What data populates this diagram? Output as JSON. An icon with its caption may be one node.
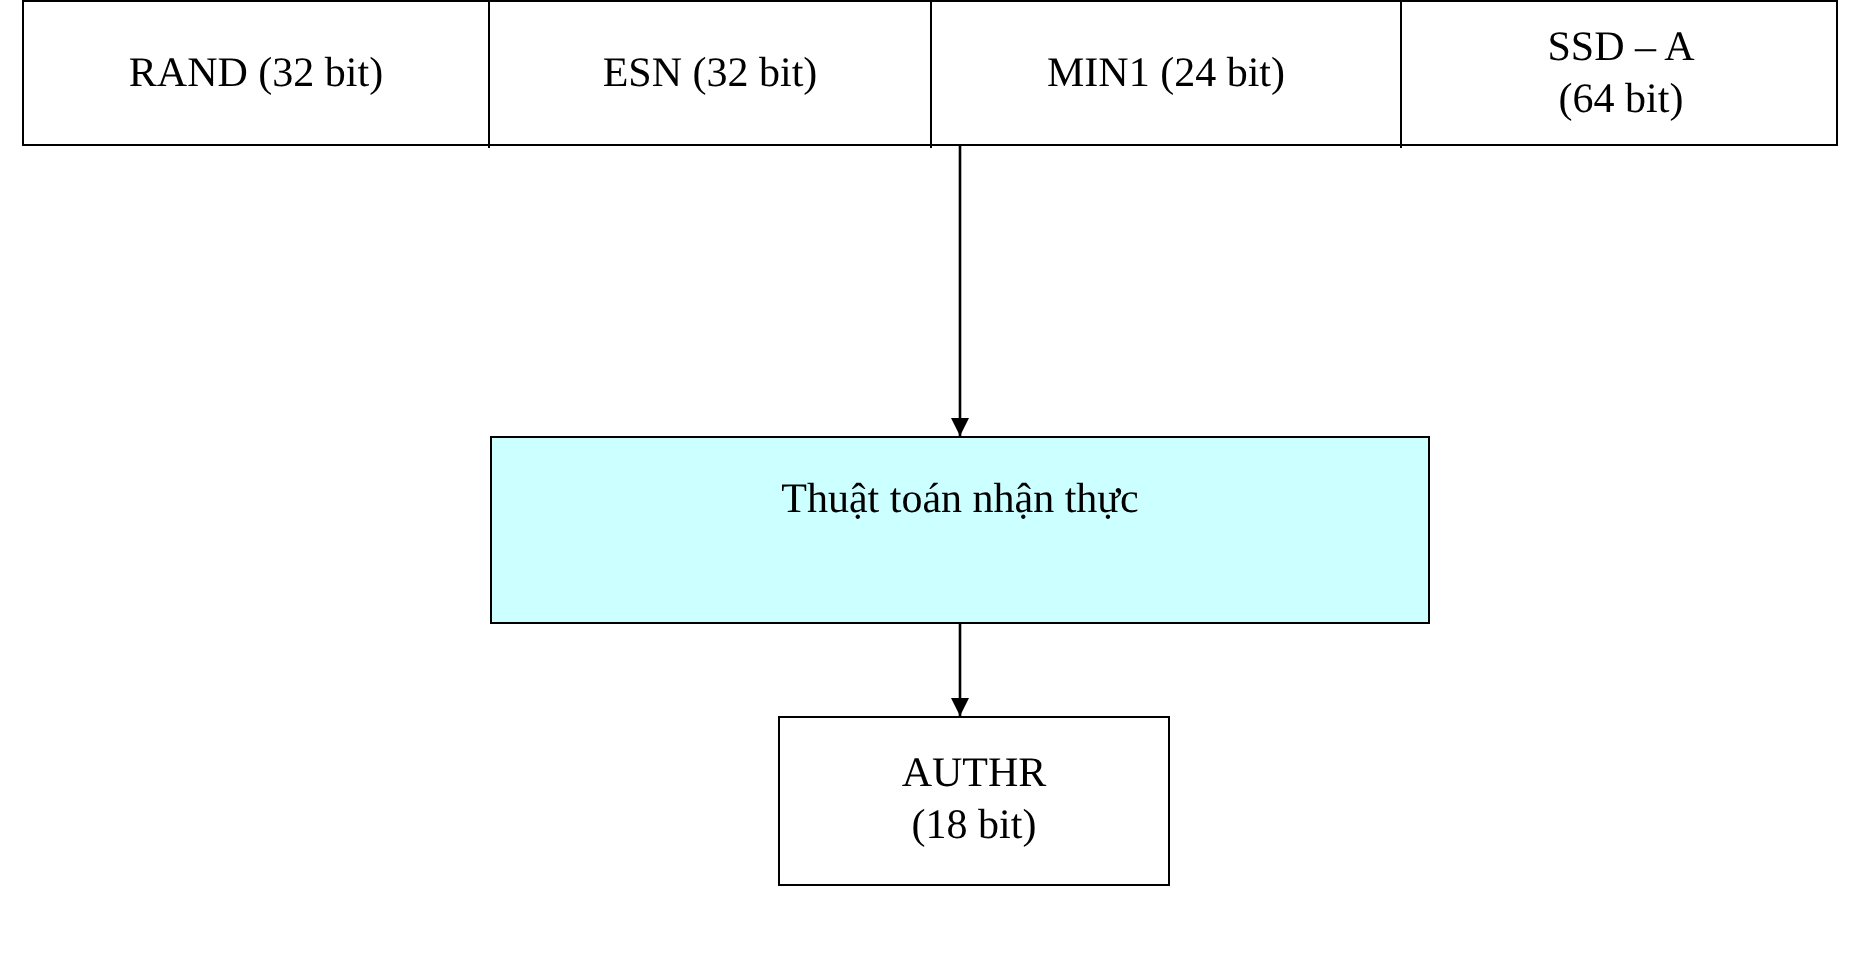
{
  "diagram": {
    "nodes": [
      {
        "text": [],
        "shape": "box"
      },
      {
        "text": [
          "RAND (32 bit)"
        ],
        "in": 0
      },
      {
        "text": [
          "ESN (32 bit)"
        ],
        "in": 0
      },
      {
        "text": [
          "MIN1 (24 bit)"
        ],
        "in": 0
      },
      {
        "text": [
          "SSD – A (64 bit)"
        ],
        "in": 0
      },
      {
        "text": [
          "Thuật toán nhận thực"
        ]
      },
      {
        "text": [
          "AUTHR (18 bit)"
        ]
      }
    ],
    "edges": [
      {
        "from": 0,
        "to": 5,
        "arrow": "to"
      },
      {
        "from": 5,
        "to": 6,
        "arrow": "to"
      }
    ]
  }
}
